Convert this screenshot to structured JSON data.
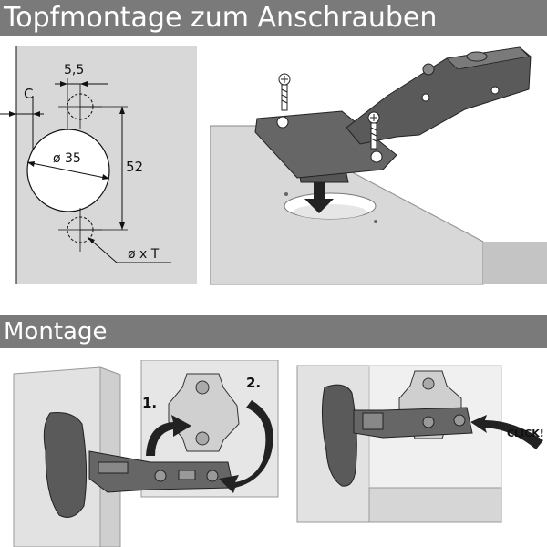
{
  "header": {
    "title": "Topfmontage zum Anschrauben"
  },
  "drill_diagram": {
    "label_c": "C",
    "label_offset": "5,5",
    "label_diameter": "ø 35",
    "label_distance": "52",
    "label_screw": "ø x T"
  },
  "section_montage": {
    "title": "Montage"
  },
  "mount_steps": {
    "step1": "1.",
    "step2": "2."
  },
  "click_panel": {
    "click_label": "CLICK!"
  },
  "colors": {
    "bar": "#7a7a7a",
    "panel": "#d8d8d8",
    "metal": "#5a5a5a",
    "dark": "#222222"
  }
}
